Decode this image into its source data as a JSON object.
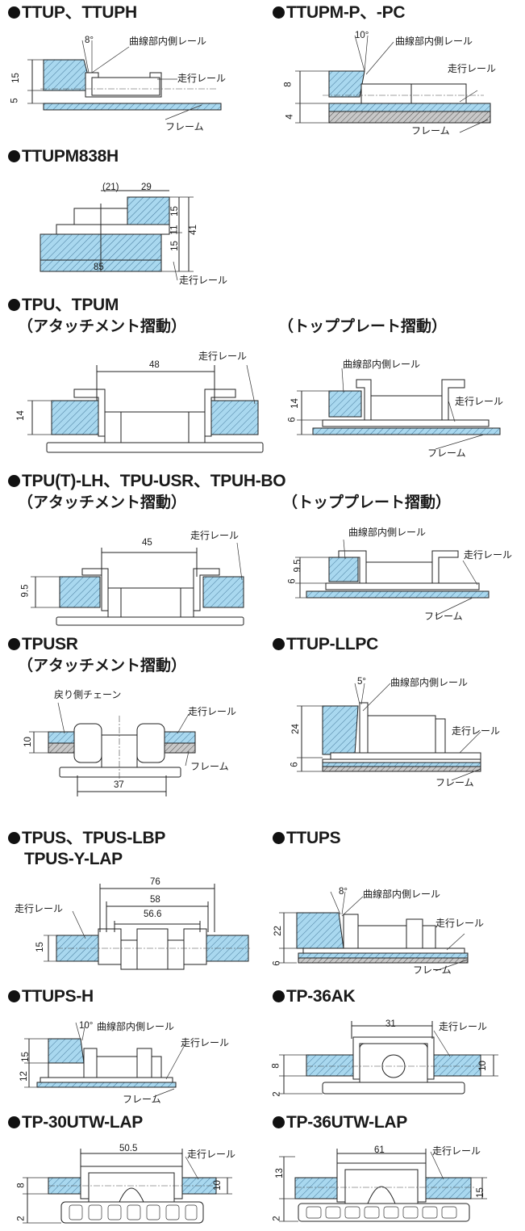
{
  "colors": {
    "rail_fill": "#a9d8ef",
    "frame_fill": "#bdbdbd",
    "line": "#222222"
  },
  "labels": {
    "curve_inner_rail": "曲線部内側レール",
    "running_rail": "走行レール",
    "frame": "フレーム",
    "return_chain": "戻り側チェーン"
  },
  "sections": {
    "ttup": {
      "title": "TTUP、TTUPH",
      "dims": [
        "8°",
        "15",
        "5"
      ]
    },
    "ttupm": {
      "title": "TTUPM-P、-PC",
      "dims": [
        "10°",
        "8",
        "4"
      ]
    },
    "ttupm838h": {
      "title": "TTUPM838H",
      "dims": [
        "(21)",
        "29",
        "15",
        "11",
        "15",
        "41",
        "85"
      ]
    },
    "tpu": {
      "title": "TPU、TPUM",
      "sub_left": "（アタッチメント摺動）",
      "sub_right": "（トッププレート摺動）",
      "dims": [
        "48",
        "14",
        "6",
        "14"
      ]
    },
    "tput": {
      "title": "TPU(T)-LH、TPU-USR、TPUH-BO",
      "sub_left": "（アタッチメント摺動）",
      "sub_right": "（トッププレート摺動）",
      "dims": [
        "45",
        "9.5",
        "6",
        "9.5"
      ]
    },
    "tpusr": {
      "title": "TPUSR",
      "sub": "（アタッチメント摺動）",
      "dims": [
        "10",
        "37"
      ]
    },
    "ttupllpc": {
      "title": "TTUP-LLPC",
      "dims": [
        "5°",
        "24",
        "6"
      ]
    },
    "tpus": {
      "title": "TPUS、TPUS-LBP",
      "title2": "TPUS-Y-LAP",
      "dims": [
        "76",
        "58",
        "56.6",
        "15"
      ]
    },
    "ttups": {
      "title": "TTUPS",
      "dims": [
        "8°",
        "22",
        "6"
      ]
    },
    "ttupsh": {
      "title": "TTUPS-H",
      "dims": [
        "10°",
        "15",
        "12"
      ]
    },
    "tp36ak": {
      "title": "TP-36AK",
      "dims": [
        "31",
        "8",
        "10",
        "2"
      ]
    },
    "tp30utw": {
      "title": "TP-30UTW-LAP",
      "dims": [
        "50.5",
        "8",
        "10",
        "2"
      ]
    },
    "tp36utw": {
      "title": "TP-36UTW-LAP",
      "dims": [
        "61",
        "13",
        "15",
        "2"
      ]
    }
  }
}
